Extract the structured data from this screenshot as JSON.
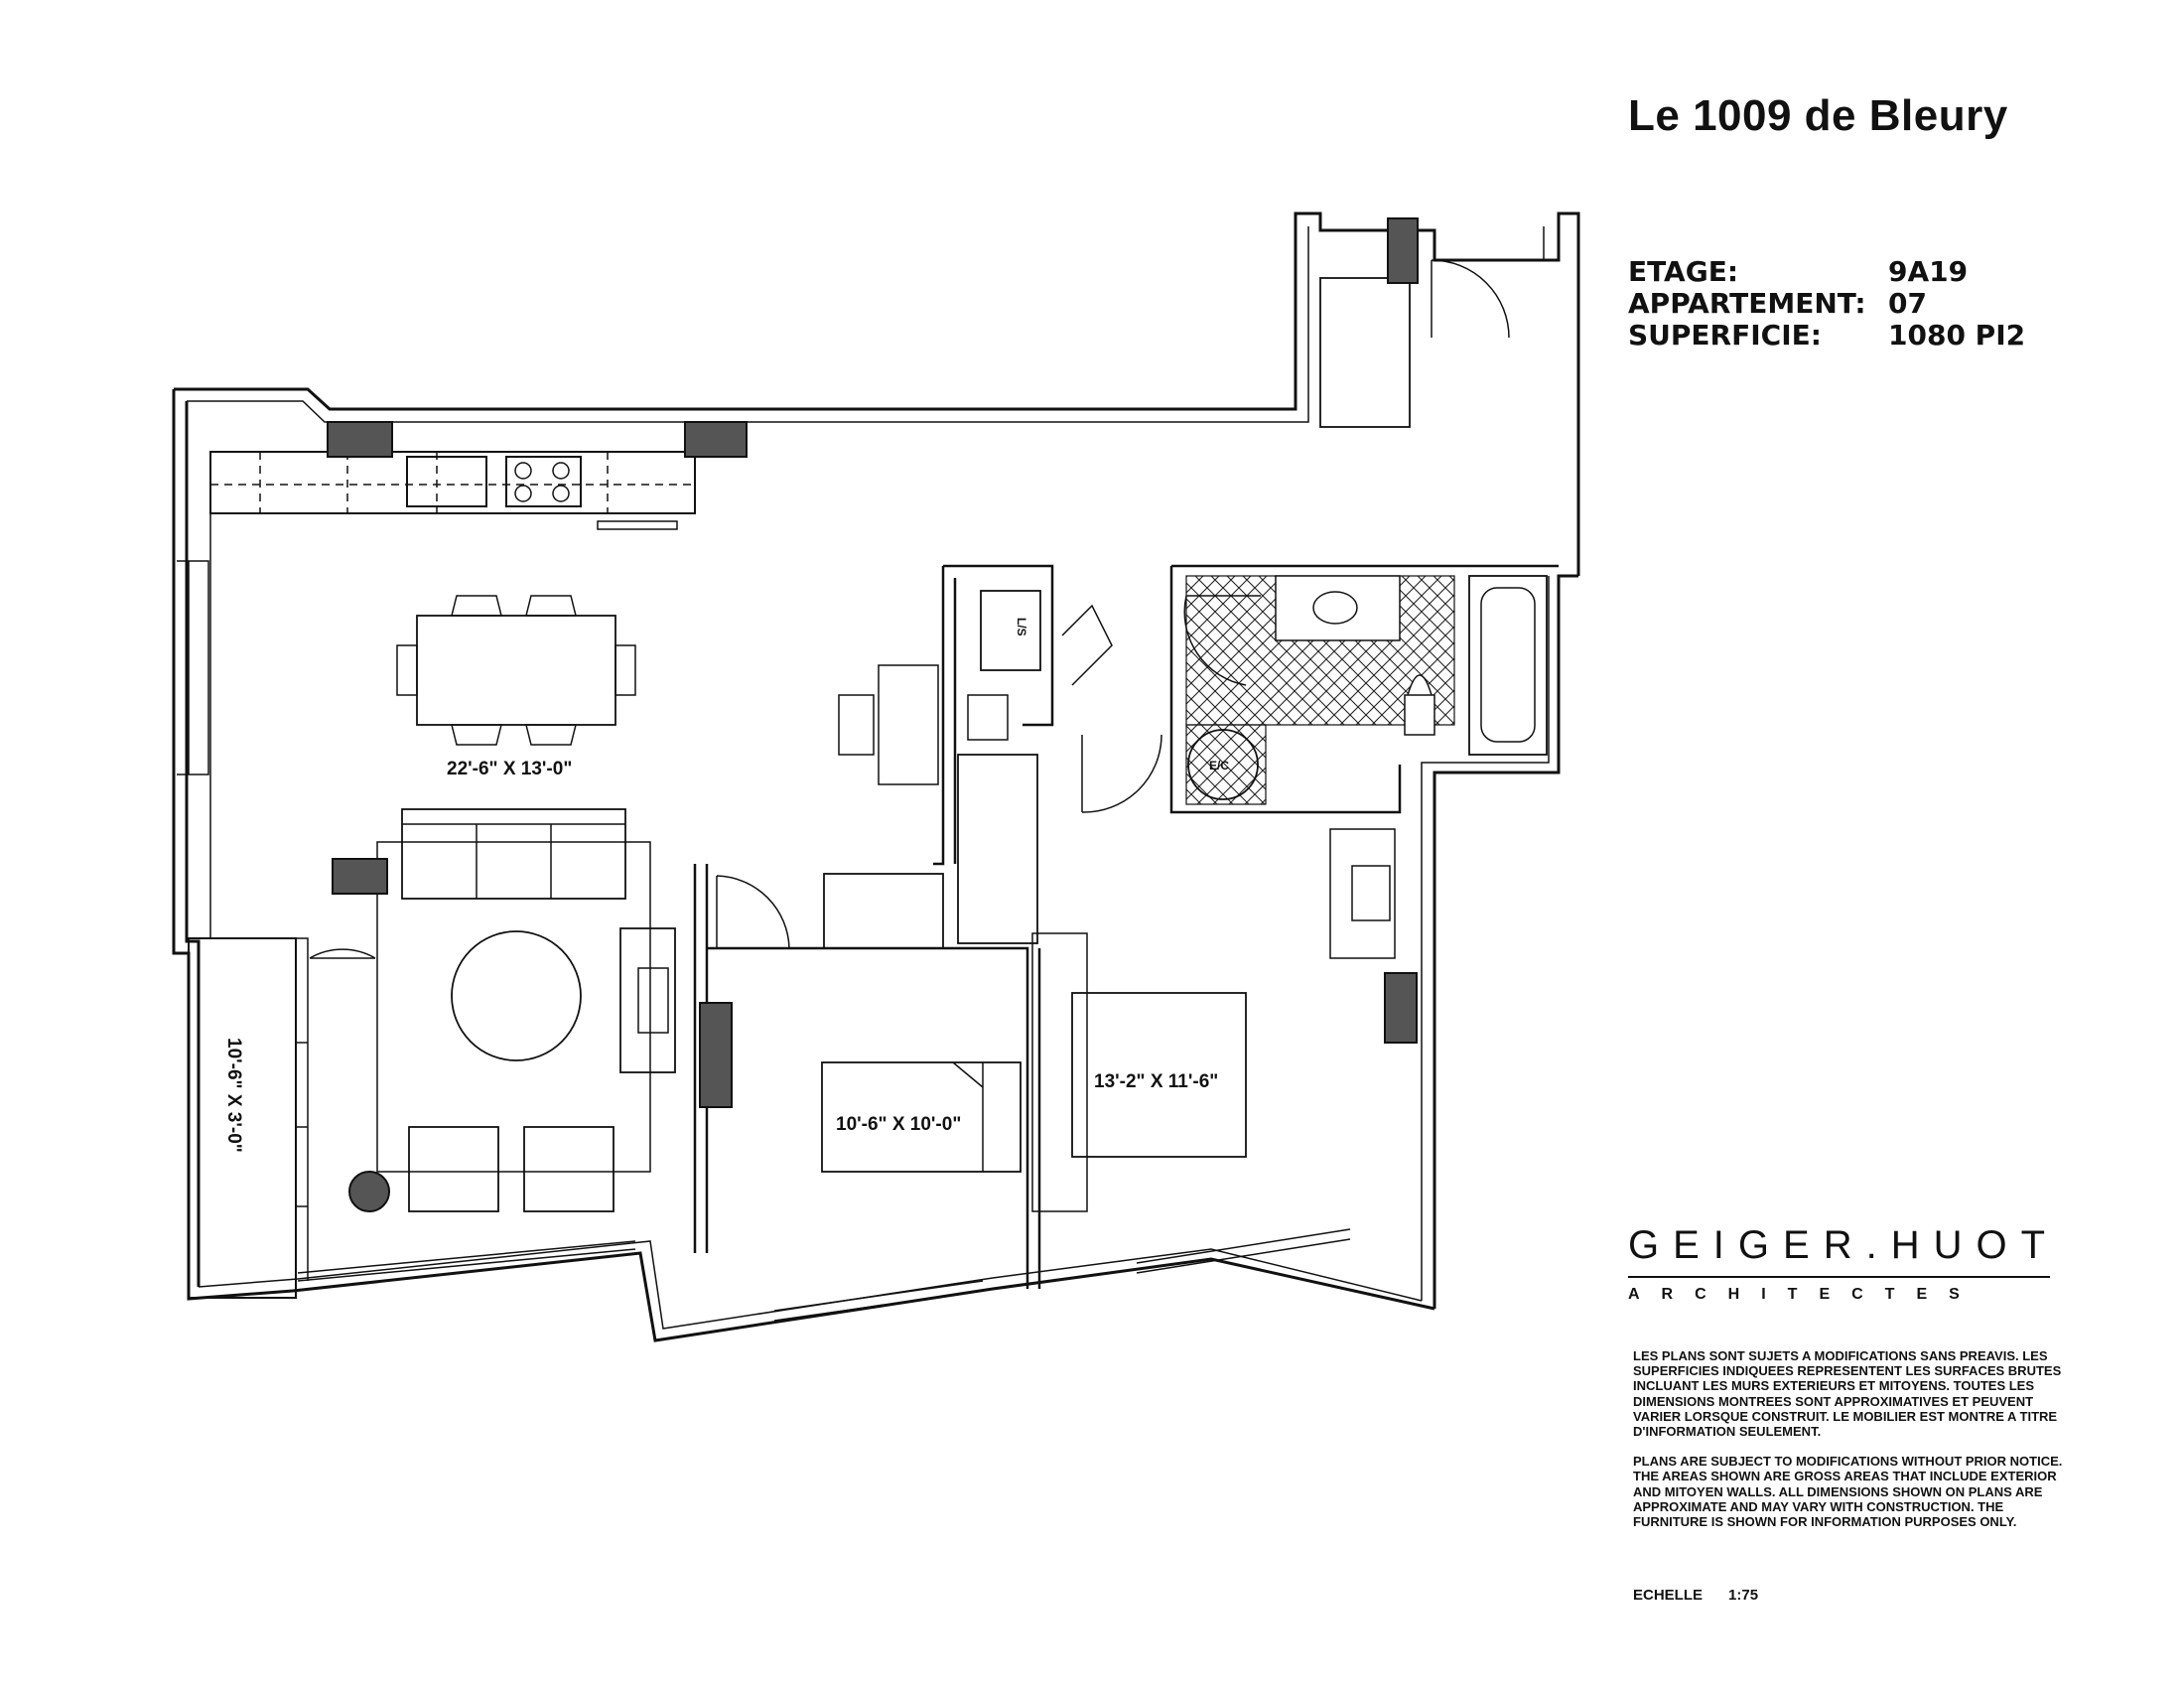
{
  "header": {
    "title": "Le 1009 de Bleury"
  },
  "info": {
    "floor_label": "ETAGE:",
    "floor_value": "9A19",
    "unit_label": "APPARTEMENT:",
    "unit_value": "07",
    "area_label": "SUPERFICIE:",
    "area_value": "1080  PI2"
  },
  "logo": {
    "main": "GEIGER.HUOT",
    "sub": "ARCHITECTES"
  },
  "disclaimer": {
    "fr": "LES PLANS SONT SUJETS A MODIFICATIONS SANS PREAVIS. LES SUPERFICIES INDIQUEES REPRESENTENT LES SURFACES BRUTES INCLUANT LES MURS EXTERIEURS ET MITOYENS. TOUTES LES DIMENSIONS MONTREES SONT APPROXIMATIVES ET PEUVENT VARIER LORSQUE CONSTRUIT.  LE MOBILIER EST MONTRE A TITRE D'INFORMATION SEULEMENT.",
    "en": "PLANS ARE SUBJECT TO MODIFICATIONS WITHOUT PRIOR NOTICE.  THE AREAS SHOWN ARE GROSS AREAS THAT INCLUDE EXTERIOR AND MITOYEN WALLS.  ALL DIMENSIONS SHOWN ON PLANS ARE APPROXIMATE AND MAY VARY WITH CONSTRUCTION.  THE FURNITURE IS SHOWN FOR INFORMATION PURPOSES ONLY."
  },
  "scale": {
    "label": "ECHELLE",
    "value": "1:75"
  },
  "plan": {
    "living_dimensions": "22'-6\" X 13'-0\"",
    "balcony_dimensions": "10'-6\" X 3'-0\"",
    "bedroom2_dimensions": "10'-6\" X 10'-0\"",
    "master_dimensions": "13'-2\" X 11'-6\"",
    "washer_dryer_label": "L/S",
    "water_heater_label": "E/C"
  }
}
